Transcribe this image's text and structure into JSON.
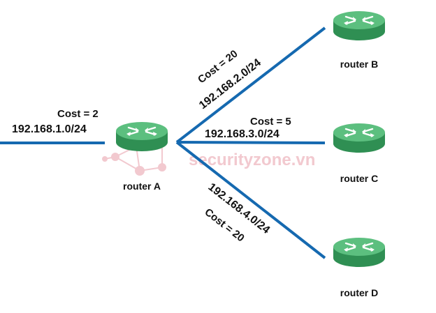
{
  "colors": {
    "link": "#1569b0",
    "router_top": "#5cbf7f",
    "router_side": "#2f8f53",
    "arrow": "#ffffff",
    "watermark": "#f2c9cf"
  },
  "watermark": {
    "text": "securityzone.vn",
    "icon": "network-logo-icon"
  },
  "routers": {
    "a": {
      "label": "router A"
    },
    "b": {
      "label": "router B"
    },
    "c": {
      "label": "router C"
    },
    "d": {
      "label": "router D"
    }
  },
  "links": {
    "left": {
      "cost": "Cost = 2",
      "network": "192.168.1.0/24"
    },
    "to_b": {
      "cost": "Cost = 20",
      "network": "192.168.2.0/24"
    },
    "to_c": {
      "cost": "Cost = 5",
      "network": "192.168.3.0/24"
    },
    "to_d": {
      "cost": "Cost = 20",
      "network": "192.168.4.0/24"
    }
  }
}
